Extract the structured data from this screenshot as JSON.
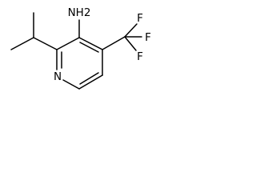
{
  "molecule": {
    "atoms": {
      "amine": "NH2",
      "ring_nitrogen": "N",
      "fluorine_top": "F",
      "fluorine_right": "F",
      "fluorine_bottom": "F"
    }
  }
}
